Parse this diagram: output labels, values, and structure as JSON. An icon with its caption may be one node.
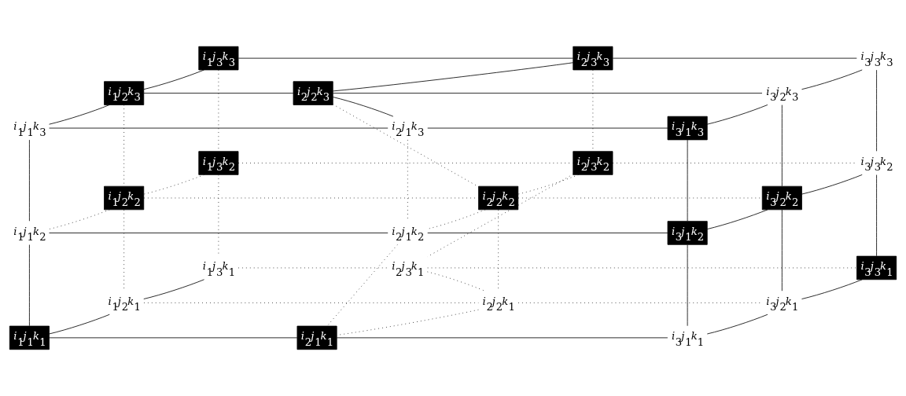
{
  "diagram": {
    "nodes": [
      {
        "text": [
          "i$_{1}$j$_{3}$k$_{3}$"
        ]
      },
      {
        "text": [
          "i$_{2}$j$_{3}$k$_{3}$"
        ]
      },
      {
        "text": [
          "i$_{3}$j$_{3}$k$_{3}$"
        ]
      },
      {
        "text": [
          "i$_{1}$j$_{2}$k$_{3}$"
        ]
      },
      {
        "text": [
          "i$_{2}$j$_{2}$k$_{3}$"
        ]
      },
      {
        "text": [
          "i$_{3}$j$_{2}$k$_{3}$"
        ]
      },
      {
        "text": [
          "i$_{1}$j$_{1}$k$_{3}$"
        ]
      },
      {
        "text": [
          "i$_{2}$j$_{1}$k$_{3}$"
        ]
      },
      {
        "text": [
          "i$_{3}$j$_{1}$k$_{3}$"
        ]
      },
      {
        "text": [
          "i$_{1}$j$_{3}$k$_{2}$"
        ]
      },
      {
        "text": [
          "i$_{2}$j$_{3}$k$_{2}$"
        ]
      },
      {
        "text": [
          "i$_{3}$j$_{3}$k$_{2}$"
        ]
      },
      {
        "text": [
          "i$_{1}$j$_{2}$k$_{2}$"
        ]
      },
      {
        "text": [
          "i$_{2}$j$_{2}$k$_{2}$"
        ]
      },
      {
        "text": [
          "i$_{3}$j$_{2}$k$_{2}$"
        ]
      },
      {
        "text": [
          "i$_{1}$j$_{1}$k$_{2}$"
        ]
      },
      {
        "text": [
          "i$_{2}$j$_{1}$k$_{2}$"
        ]
      },
      {
        "text": [
          "i$_{3}$j$_{1}$k$_{2}$"
        ]
      },
      {
        "text": [
          "i$_{1}$j$_{3}$k$_{1}$"
        ]
      },
      {
        "text": [
          "i$_{2}$j$_{3}$k$_{1}$"
        ]
      },
      {
        "text": [
          "i$_{3}$j$_{3}$k$_{1}$"
        ]
      },
      {
        "text": [
          "i$_{1}$j$_{2}$k$_{1}$"
        ]
      },
      {
        "text": [
          "i$_{2}$j$_{2}$k$_{1}$"
        ]
      },
      {
        "text": [
          "i$_{3}$j$_{2}$k$_{1}$"
        ]
      },
      {
        "text": [
          "i$_{1}$j$_{1}$k$_{1}$"
        ]
      },
      {
        "text": [
          "i$_{2}$j$_{1}$k$_{1}$"
        ]
      },
      {
        "text": [
          "i$_{3}$j$_{1}$k$_{1}$"
        ]
      }
    ],
    "edges": [
      {
        "from": 0,
        "to": 1,
        "arrow": "none"
      },
      {
        "from": 1,
        "to": 2,
        "arrow": "none"
      },
      {
        "from": 3,
        "to": 4,
        "arrow": "none"
      },
      {
        "from": 4,
        "to": 5,
        "arrow": "none"
      },
      {
        "from": 6,
        "to": 7,
        "arrow": "none"
      },
      {
        "from": 7,
        "to": 8,
        "arrow": "none"
      },
      {
        "from": 9,
        "to": 10,
        "arrow": "none",
        "style": "dashed"
      },
      {
        "from": 10,
        "to": 11,
        "arrow": "none",
        "style": "dashed"
      },
      {
        "from": 12,
        "to": 13,
        "arrow": "none",
        "style": "dashed"
      },
      {
        "from": 13,
        "to": 14,
        "arrow": "none",
        "style": "dashed"
      },
      {
        "from": 15,
        "to": 16,
        "arrow": "none"
      },
      {
        "from": 16,
        "to": 17,
        "arrow": "none"
      },
      {
        "from": 18,
        "to": 19,
        "arrow": "none",
        "style": "dashed"
      },
      {
        "from": 19,
        "to": 20,
        "arrow": "none",
        "style": "dashed"
      },
      {
        "from": 21,
        "to": 22,
        "arrow": "none",
        "style": "dashed"
      },
      {
        "from": 22,
        "to": 23,
        "arrow": "none",
        "style": "dashed"
      },
      {
        "from": 24,
        "to": 25,
        "arrow": "none"
      },
      {
        "from": 25,
        "to": 26,
        "arrow": "none"
      },
      {
        "from": 0,
        "to": 3,
        "arrow": "none"
      },
      {
        "from": 1,
        "to": 4,
        "arrow": "none"
      },
      {
        "from": 2,
        "to": 5,
        "arrow": "none"
      },
      {
        "from": 3,
        "to": 6,
        "arrow": "none"
      },
      {
        "from": 4,
        "to": 7,
        "arrow": "none"
      },
      {
        "from": 5,
        "to": 8,
        "arrow": "none"
      },
      {
        "from": 9,
        "to": 12,
        "arrow": "none",
        "style": "dashed"
      },
      {
        "from": 10,
        "to": 13,
        "arrow": "none",
        "style": "dashed"
      },
      {
        "from": 11,
        "to": 14,
        "arrow": "none"
      },
      {
        "from": 12,
        "to": 15,
        "arrow": "none",
        "style": "dashed"
      },
      {
        "from": 13,
        "to": 16,
        "arrow": "none",
        "style": "dashed"
      },
      {
        "from": 14,
        "to": 17,
        "arrow": "none"
      },
      {
        "from": 18,
        "to": 21,
        "arrow": "none"
      },
      {
        "from": 19,
        "to": 22,
        "arrow": "none",
        "style": "dashed"
      },
      {
        "from": 20,
        "to": 23,
        "arrow": "none"
      },
      {
        "from": 21,
        "to": 24,
        "arrow": "none"
      },
      {
        "from": 22,
        "to": 25,
        "arrow": "none",
        "style": "dashed"
      },
      {
        "from": 23,
        "to": 26,
        "arrow": "none"
      },
      {
        "from": 0,
        "to": 9,
        "arrow": "none",
        "style": "dashed"
      },
      {
        "from": 1,
        "to": 10,
        "arrow": "none",
        "style": "dashed"
      },
      {
        "from": 2,
        "to": 11,
        "arrow": "none"
      },
      {
        "from": 3,
        "to": 12,
        "arrow": "none",
        "style": "dashed"
      },
      {
        "from": 4,
        "to": 13,
        "arrow": "none",
        "style": "dashed"
      },
      {
        "from": 5,
        "to": 14,
        "arrow": "none"
      },
      {
        "from": 6,
        "to": 15,
        "arrow": "none"
      },
      {
        "from": 7,
        "to": 16,
        "arrow": "none",
        "style": "dashed"
      },
      {
        "from": 8,
        "to": 17,
        "arrow": "none"
      },
      {
        "from": 9,
        "to": 18,
        "arrow": "none",
        "style": "dashed"
      },
      {
        "from": 10,
        "to": 19,
        "arrow": "none",
        "style": "dashed"
      },
      {
        "from": 11,
        "to": 20,
        "arrow": "none"
      },
      {
        "from": 12,
        "to": 21,
        "arrow": "none",
        "style": "dashed"
      },
      {
        "from": 13,
        "to": 22,
        "arrow": "none",
        "style": "dashed"
      },
      {
        "from": 14,
        "to": 23,
        "arrow": "none"
      },
      {
        "from": 15,
        "to": 24,
        "arrow": "none"
      },
      {
        "from": 16,
        "to": 25,
        "arrow": "none",
        "style": "dashed"
      },
      {
        "from": 17,
        "to": 26,
        "arrow": "none"
      }
    ]
  }
}
